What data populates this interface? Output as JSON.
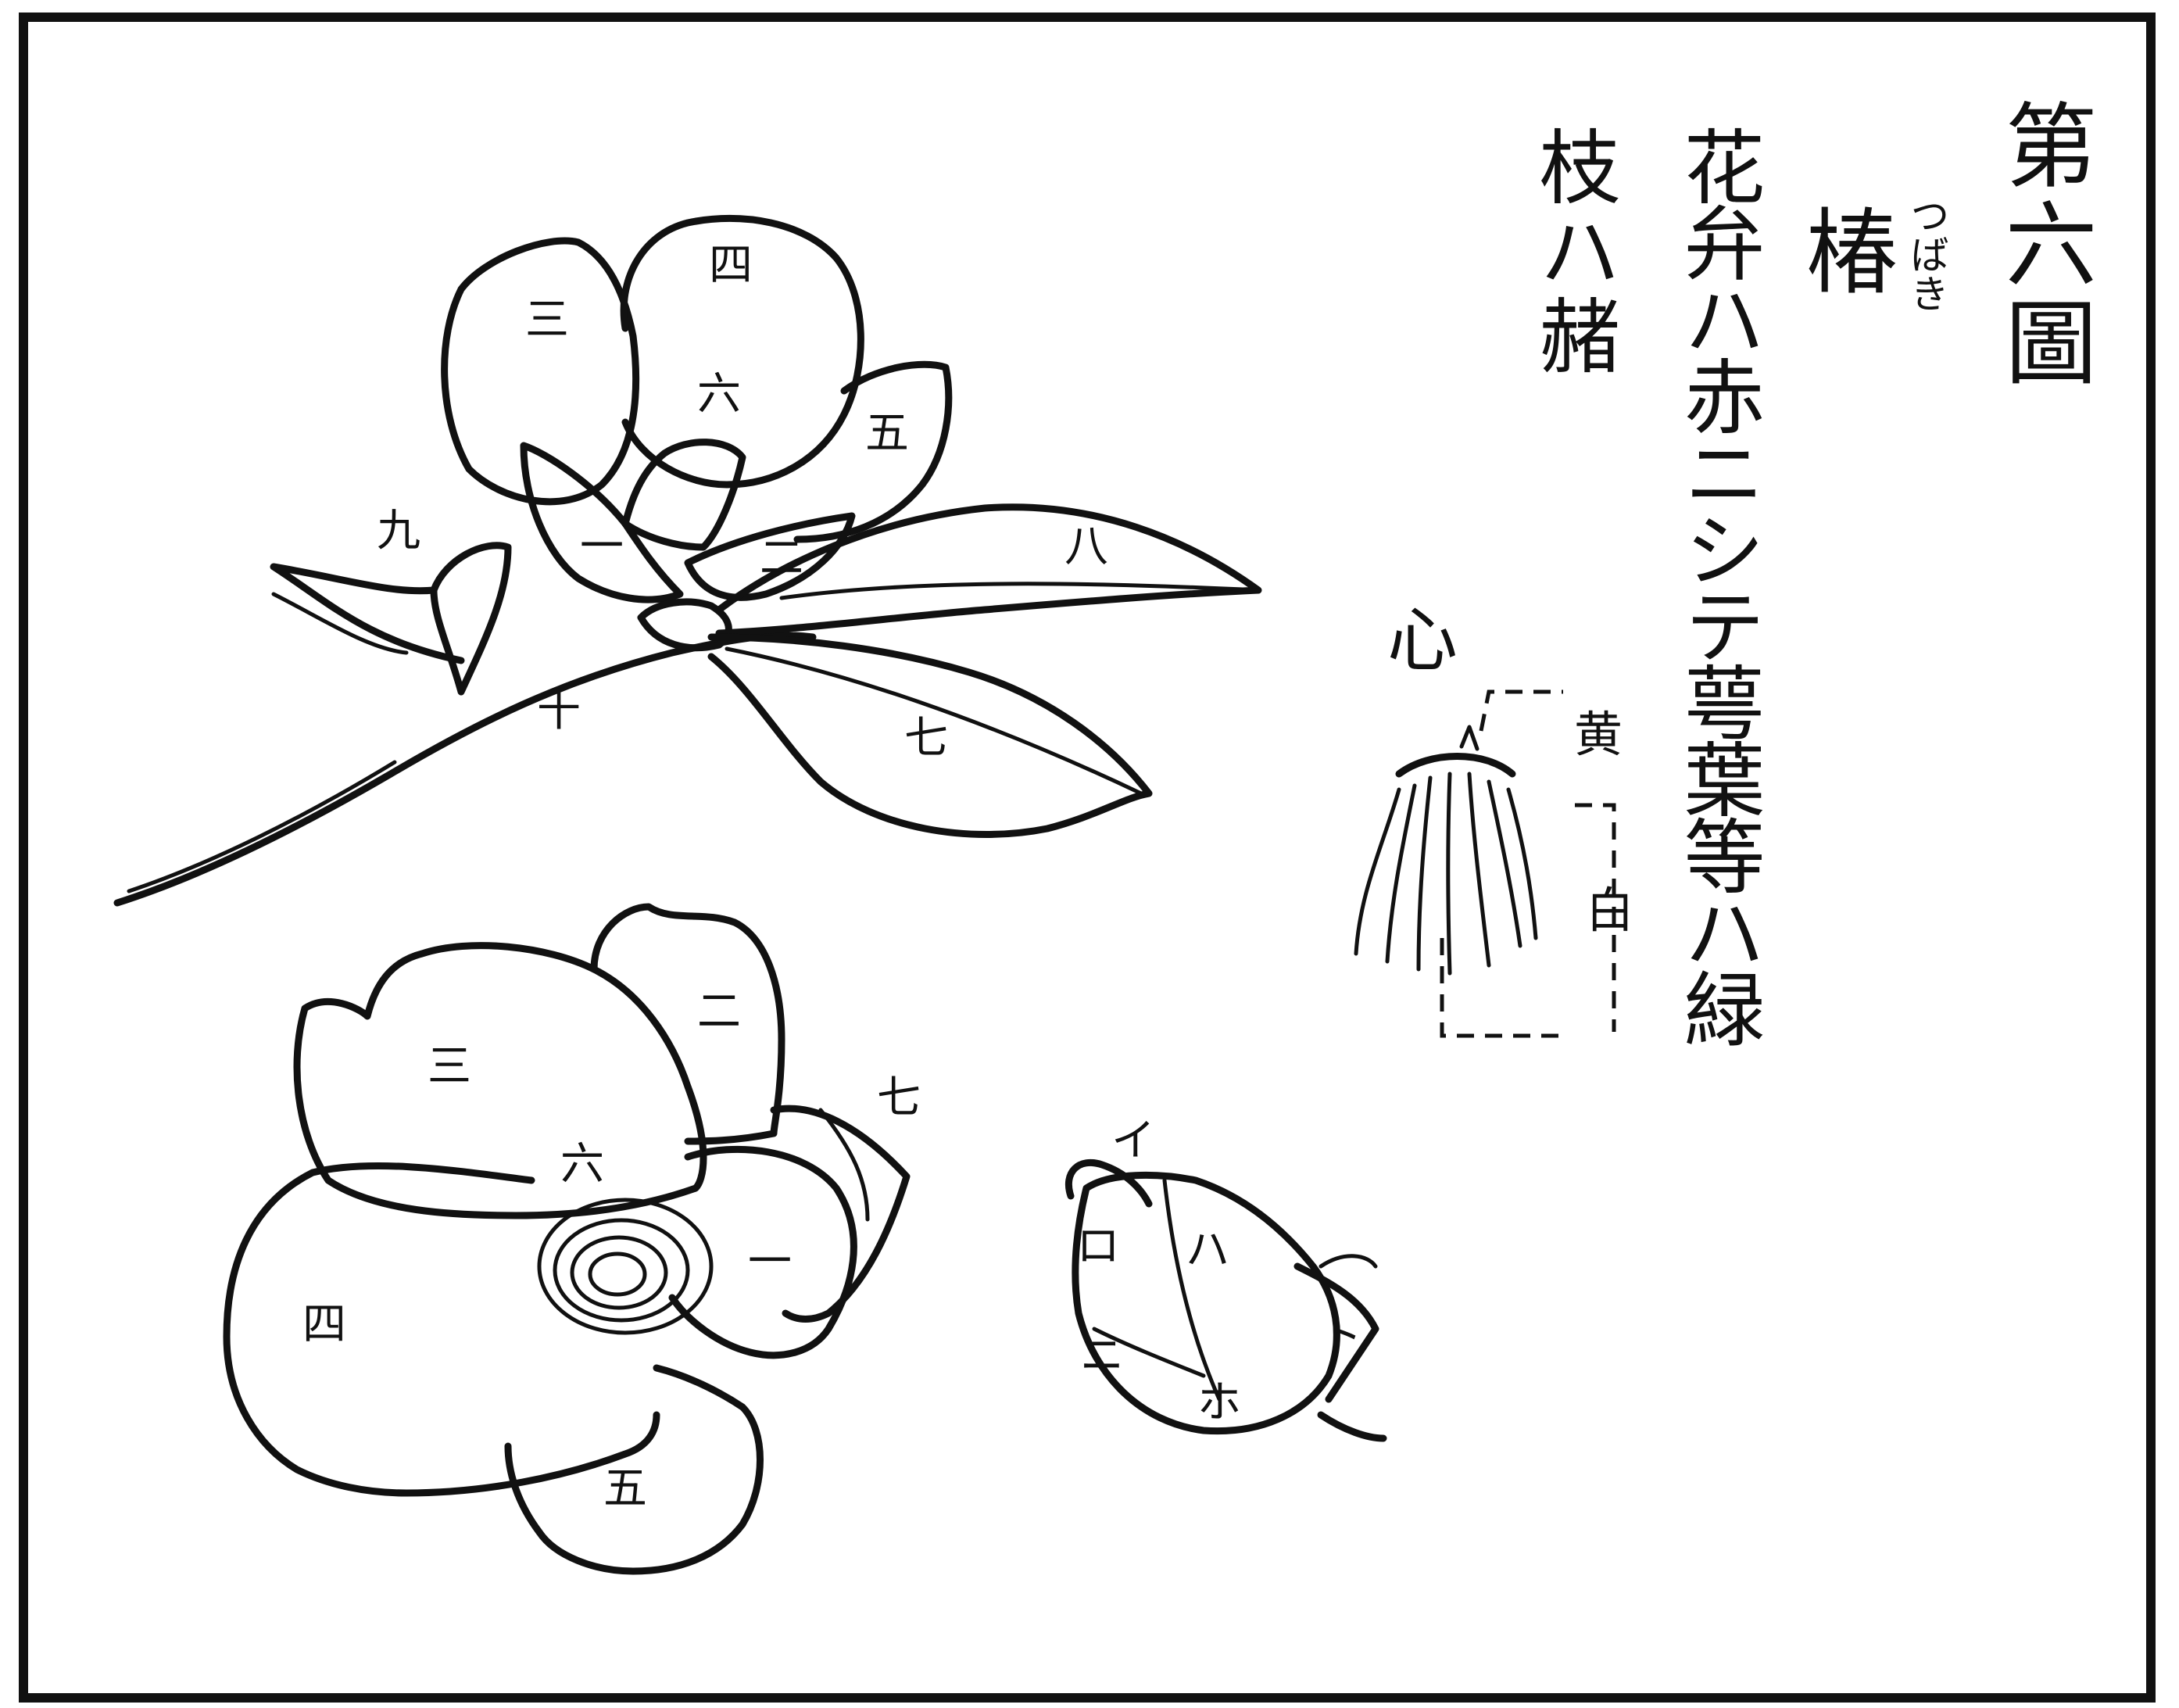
{
  "plate": {
    "title": "第六圖",
    "name": "椿",
    "name_reading": "つばき",
    "caption_line1": "花弁ハ赤ニシテ萼葉等ハ緑",
    "caption_line2": "枝ハ赭"
  },
  "stamen_diagram": {
    "heading": "心",
    "label_top": "黄",
    "label_bottom": "白"
  },
  "flower_side": {
    "labels": {
      "petal3": "三",
      "petal4": "四",
      "petal6": "六",
      "petal5": "五",
      "petal1": "一",
      "petal2": "二",
      "leaf8": "八",
      "leaf7": "七",
      "bud9": "九",
      "branch10": "十"
    }
  },
  "flower_front": {
    "labels": {
      "petal3": "三",
      "petal2": "二",
      "sepal7": "七",
      "center6": "六",
      "petal1": "一",
      "petal4": "四",
      "petal5": "五"
    }
  },
  "bud": {
    "labels": {
      "i": "イ",
      "ro": "ロ",
      "ha": "ハ",
      "ni": "ニ",
      "ho": "ホ",
      "to": "ト"
    }
  }
}
